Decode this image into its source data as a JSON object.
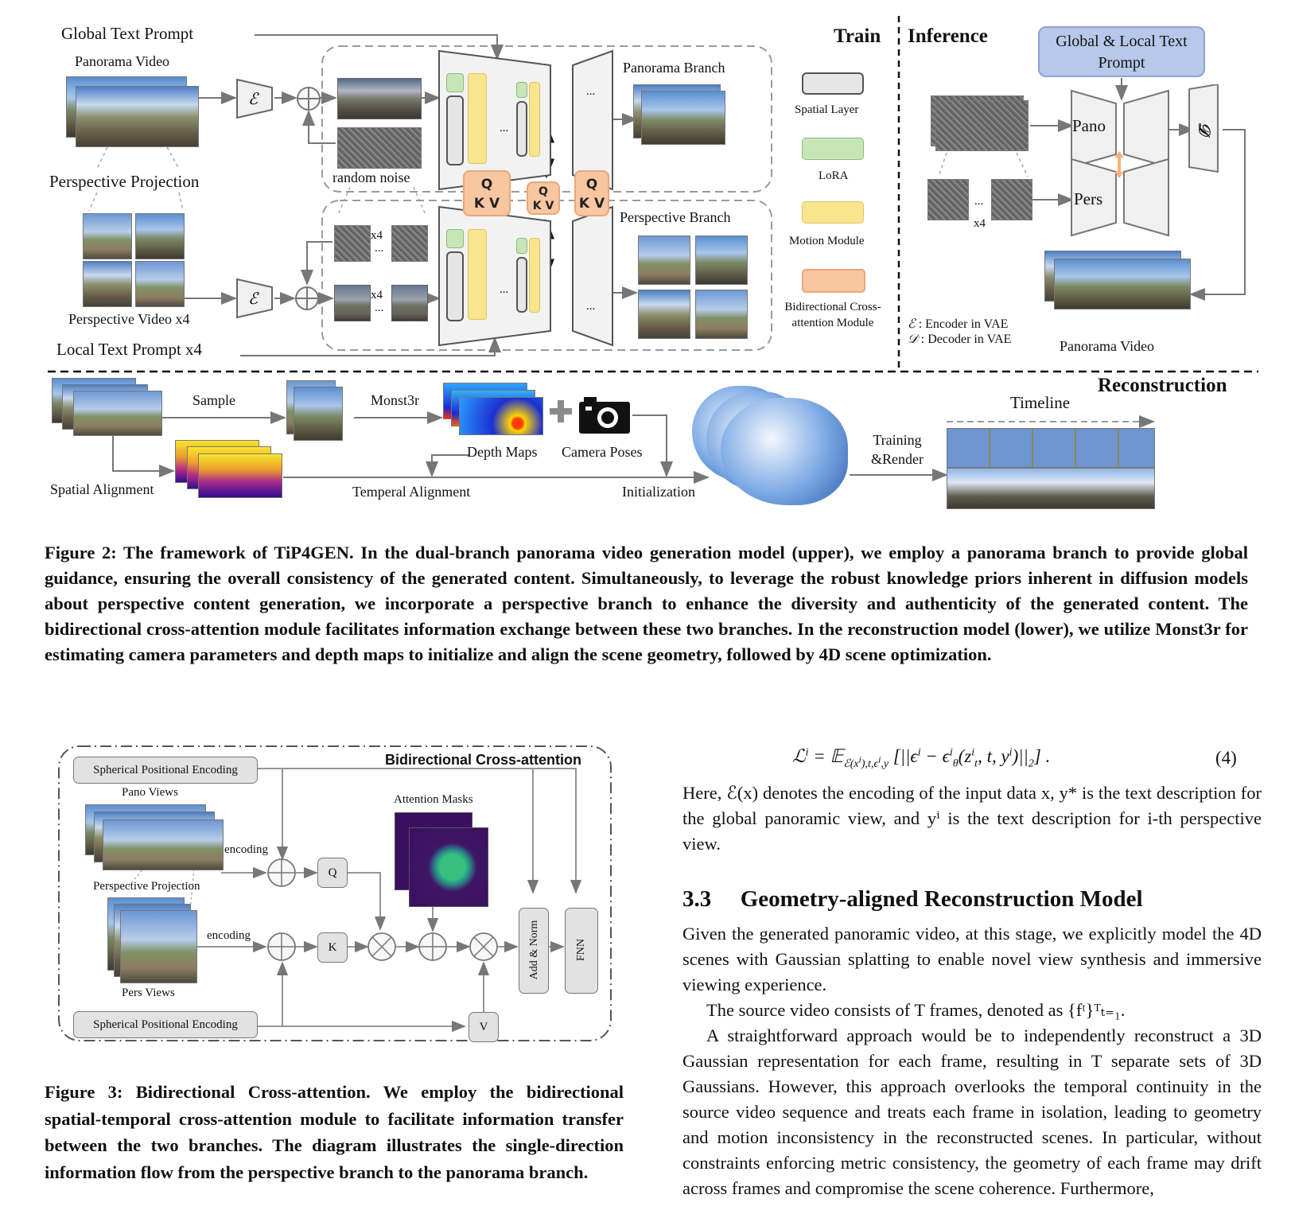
{
  "fig2": {
    "global_text_prompt": "Global Text Prompt",
    "panorama_video": "Panorama Video",
    "perspective_projection": "Perspective Projection",
    "perspective_video": "Perspective Video x4",
    "local_text_prompt": "Local Text Prompt x4",
    "random_noise": "random noise",
    "x4_a": "x4",
    "x4_b": "x4",
    "dots": "...",
    "panorama_branch": "Panorama Branch",
    "perspective_branch": "Perspective Branch",
    "train": "Train",
    "inference": "Inference",
    "legend": {
      "spatial_layer": "Spatial Layer",
      "lora": "LoRA",
      "motion_module": "Motion Module",
      "bidirectional": "Bidirectional Cross-attention Module"
    },
    "qkv_q": "Q",
    "qkv_kv": "K V",
    "global_local_prompt": "Global & Local Text Prompt",
    "pano": "Pano",
    "pers": "Pers",
    "x4_inf": "x4",
    "encoder_note": ": Encoder in VAE",
    "decoder_note": ": Decoder in VAE",
    "panorama_video_out": "Panorama Video",
    "reconstruction": "Reconstruction",
    "sample": "Sample",
    "monst3r": "Monst3r",
    "depth_maps": "Depth Maps",
    "camera_poses": "Camera Poses",
    "spatial_alignment": "Spatial Alignment",
    "temporal_alignment": "Temperal Alignment",
    "initialization": "Initialization",
    "training_render": "Training &Render",
    "timeline": "Timeline",
    "caption": "Figure 2: The framework of TiP4GEN. In the dual-branch panorama video generation model (upper), we employ a panorama branch to provide global guidance, ensuring the overall consistency of the generated content. Simultaneously, to leverage the robust knowledge priors inherent in diffusion models about perspective content generation, we incorporate a perspective branch to enhance the diversity and authenticity of the generated content. The bidirectional cross-attention module facilitates information exchange between these two branches. In the reconstruction model (lower), we utilize Monst3r for estimating camera parameters and depth maps to initialize and align the scene geometry, followed by 4D scene optimization."
  },
  "fig3": {
    "title": "Bidirectional Cross-attention",
    "spe_top": "Spherical Positional Encoding",
    "spe_bottom": "Spherical Positional Encoding",
    "pano_views": "Pano Views",
    "perspective_projection": "Perspective Projection",
    "pers_views": "Pers Views",
    "encoding_top": "encoding",
    "encoding_bottom": "encoding",
    "attention_masks": "Attention Masks",
    "q": "Q",
    "k": "K",
    "v": "V",
    "add_norm": "Add & Norm",
    "ffn": "FNN",
    "caption": "Figure 3: Bidirectional Cross-attention. We employ the bidirectional spatial-temporal cross-attention module to facilitate information transfer between the two branches. The diagram illustrates the single-direction information flow from the perspective branch to the panorama branch."
  },
  "right_col": {
    "equation_number": "(4)",
    "para1": "Here, ℰ(x) denotes the encoding of the input data x, y* is the text description for the global panoramic view, and yⁱ is the text description for i-th perspective view.",
    "section_number": "3.3",
    "section_title": "Geometry-aligned Reconstruction Model",
    "para2": "Given the generated panoramic video, at this stage, we explicitly model the 4D scenes with Gaussian splatting to enable novel view synthesis and immersive viewing experience.",
    "para3": "The source video consists of T frames, denoted as {fᵗ}ᵀₜ₌₁.",
    "para4": "A straightforward approach would be to independently reconstruct a 3D Gaussian representation for each frame, resulting in T separate sets of 3D Gaussians. However, this approach overlooks the temporal continuity in the source video sequence and treats each frame in isolation, leading to geometry and motion inconsistency in the reconstructed scenes. In particular, without constraints enforcing metric consistency, the geometry of each frame may drift across frames and compromise the scene coherence. Furthermore,"
  }
}
